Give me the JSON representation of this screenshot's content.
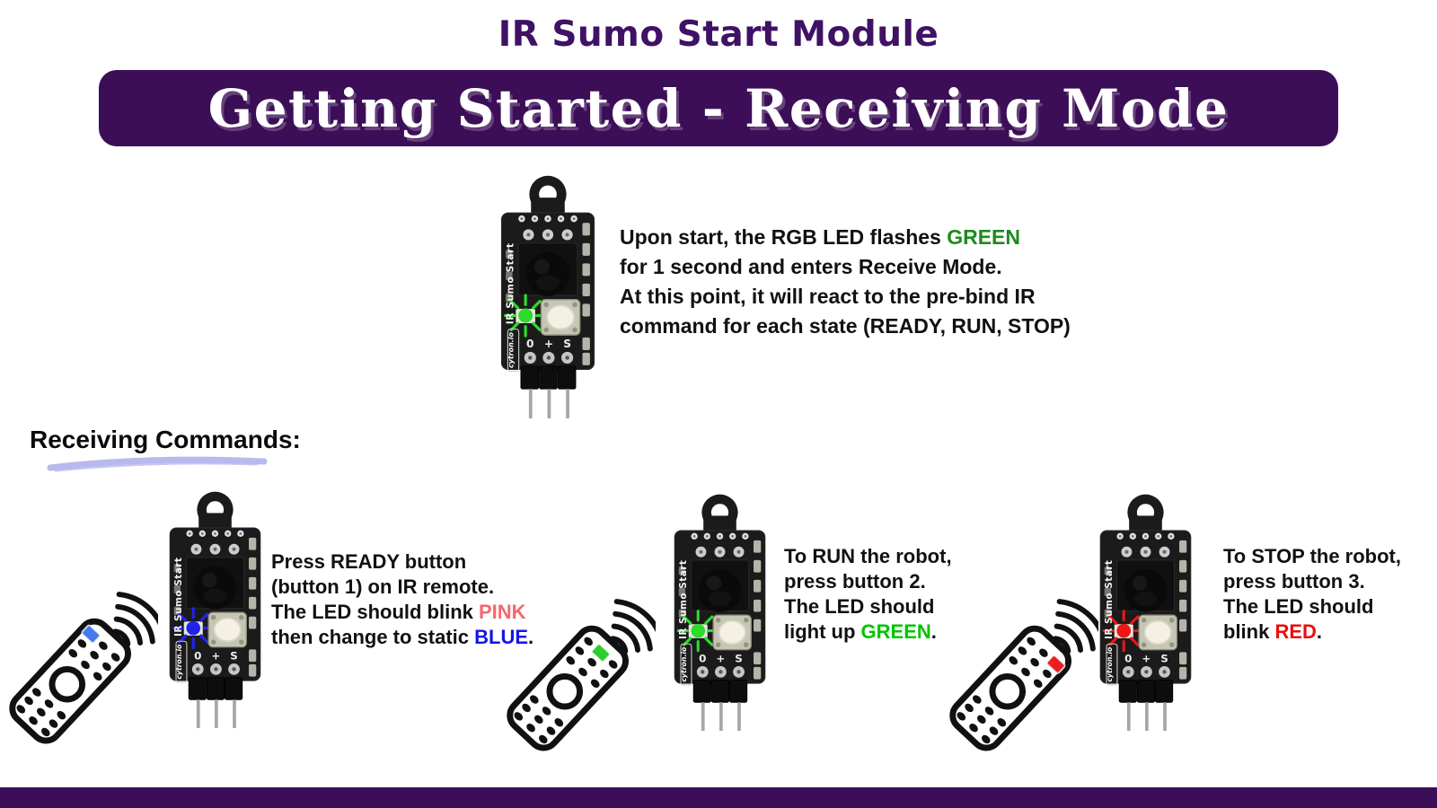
{
  "colors": {
    "purple_banner": "#3b0e57",
    "purple_title": "#3f1265",
    "green_dark": "#1e8a1e",
    "green_bright": "#00c400",
    "pink": "#f4696e",
    "blue": "#1414e8",
    "red": "#ea0f0f",
    "text": "#111111",
    "swoosh": "#b9b9ee"
  },
  "header": {
    "title": "IR Sumo Start Module",
    "banner": "Getting Started - Receiving Mode"
  },
  "intro": {
    "module": {
      "led": "#2bdc2b"
    },
    "lines": [
      [
        {
          "t": "Upon start, the RGB LED flashes "
        },
        {
          "t": "GREEN",
          "c": "green_dark"
        }
      ],
      [
        {
          "t": "for 1 second and enters Receive Mode."
        }
      ],
      [
        {
          "t": "At this point, it will react to the pre-bind IR"
        }
      ],
      [
        {
          "t": "command for each state (READY, RUN, STOP)"
        }
      ]
    ]
  },
  "receiving_heading": "Receiving Commands:",
  "module_labels": {
    "side": "IR Sumo Start",
    "brand": "cytron.io",
    "pin_ground": "0",
    "pin_power": "+",
    "pin_signal": "S"
  },
  "steps": [
    {
      "name": "ready",
      "module": {
        "led": "#2222ee"
      },
      "remote": {
        "button_index": 0,
        "button_color": "#4579ee"
      },
      "lines": [
        [
          {
            "t": "Press READY button"
          }
        ],
        [
          {
            "t": "(button 1) on IR remote."
          }
        ],
        [
          {
            "t": "The LED should blink "
          },
          {
            "t": "PINK",
            "c": "pink"
          }
        ],
        [
          {
            "t": "then change to static "
          },
          {
            "t": "BLUE",
            "c": "blue"
          },
          {
            "t": "."
          }
        ]
      ]
    },
    {
      "name": "run",
      "module": {
        "led": "#2bdc2b"
      },
      "remote": {
        "button_index": 1,
        "button_color": "#2ecc2e"
      },
      "lines": [
        [
          {
            "t": "To RUN the robot,"
          }
        ],
        [
          {
            "t": "press button 2."
          }
        ],
        [
          {
            "t": "The LED should"
          }
        ],
        [
          {
            "t": "light up "
          },
          {
            "t": "GREEN",
            "c": "green_bright"
          },
          {
            "t": "."
          }
        ]
      ]
    },
    {
      "name": "stop",
      "module": {
        "led": "#ee1515"
      },
      "remote": {
        "button_index": 2,
        "button_color": "#e82020"
      },
      "lines": [
        [
          {
            "t": "To STOP the robot,"
          }
        ],
        [
          {
            "t": "press button 3."
          }
        ],
        [
          {
            "t": "The LED should"
          }
        ],
        [
          {
            "t": "blink "
          },
          {
            "t": "RED",
            "c": "red"
          },
          {
            "t": "."
          }
        ]
      ]
    }
  ]
}
